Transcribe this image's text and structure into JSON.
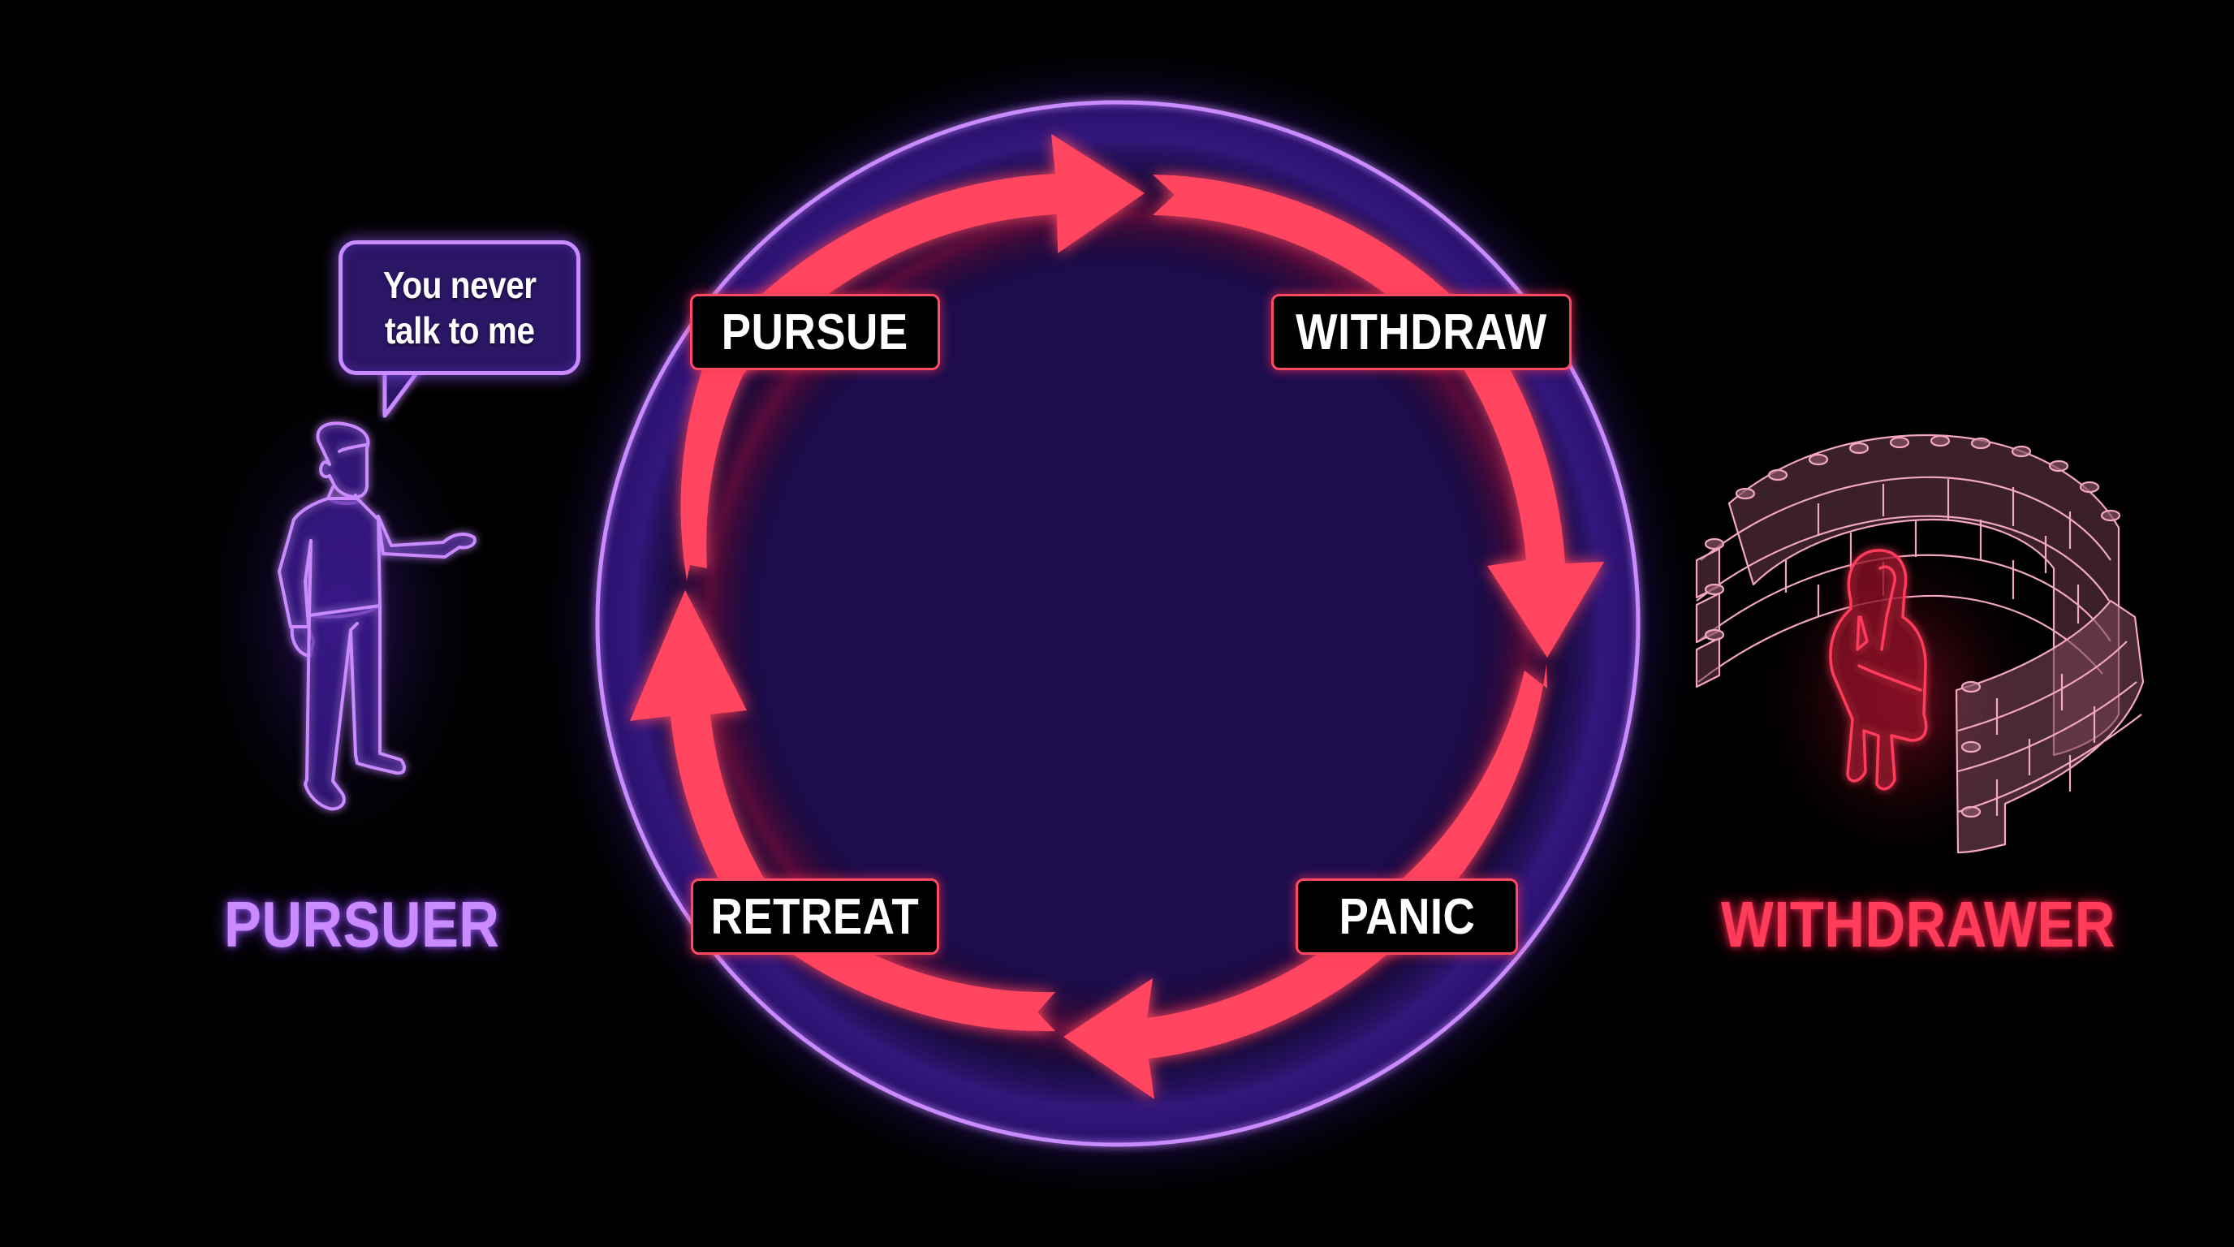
{
  "diagram": {
    "type": "cycle",
    "description": "Pursue-withdraw relationship cycle",
    "colors": {
      "background": "#000000",
      "pursuer_accent": "#c98bff",
      "pursuer_glow": "#6a2cff",
      "withdrawer_accent": "#ff3c5a",
      "cycle_arrow": "#ff4560",
      "outer_ring": "#c98bff",
      "label_border": "#ff4a63",
      "label_text": "#ffffff",
      "wall_outline": "#f2a7c3"
    },
    "cycle": {
      "direction": "clockwise",
      "stages": [
        {
          "id": "pursue",
          "label": "PURSUE",
          "position": "top-left"
        },
        {
          "id": "withdraw",
          "label": "WITHDRAW",
          "position": "top-right"
        },
        {
          "id": "panic",
          "label": "PANIC",
          "position": "bottom-right"
        },
        {
          "id": "retreat",
          "label": "RETREAT",
          "position": "bottom-left"
        }
      ],
      "arrows": [
        {
          "from": "pursue",
          "to": "withdraw",
          "position": "top"
        },
        {
          "from": "withdraw",
          "to": "panic",
          "position": "right"
        },
        {
          "from": "panic",
          "to": "retreat",
          "position": "bottom"
        },
        {
          "from": "retreat",
          "to": "pursue",
          "position": "left"
        }
      ]
    },
    "pursuer": {
      "role_label": "PURSUER",
      "figure_icon": "standing-person-gesturing-icon",
      "speech_bubble": "You never\ntalk to me"
    },
    "withdrawer": {
      "role_label": "WITHDRAWER",
      "figure_icon": "sitting-person-head-in-hand-icon",
      "enclosure_icon": "curved-brick-wall-icon"
    }
  }
}
